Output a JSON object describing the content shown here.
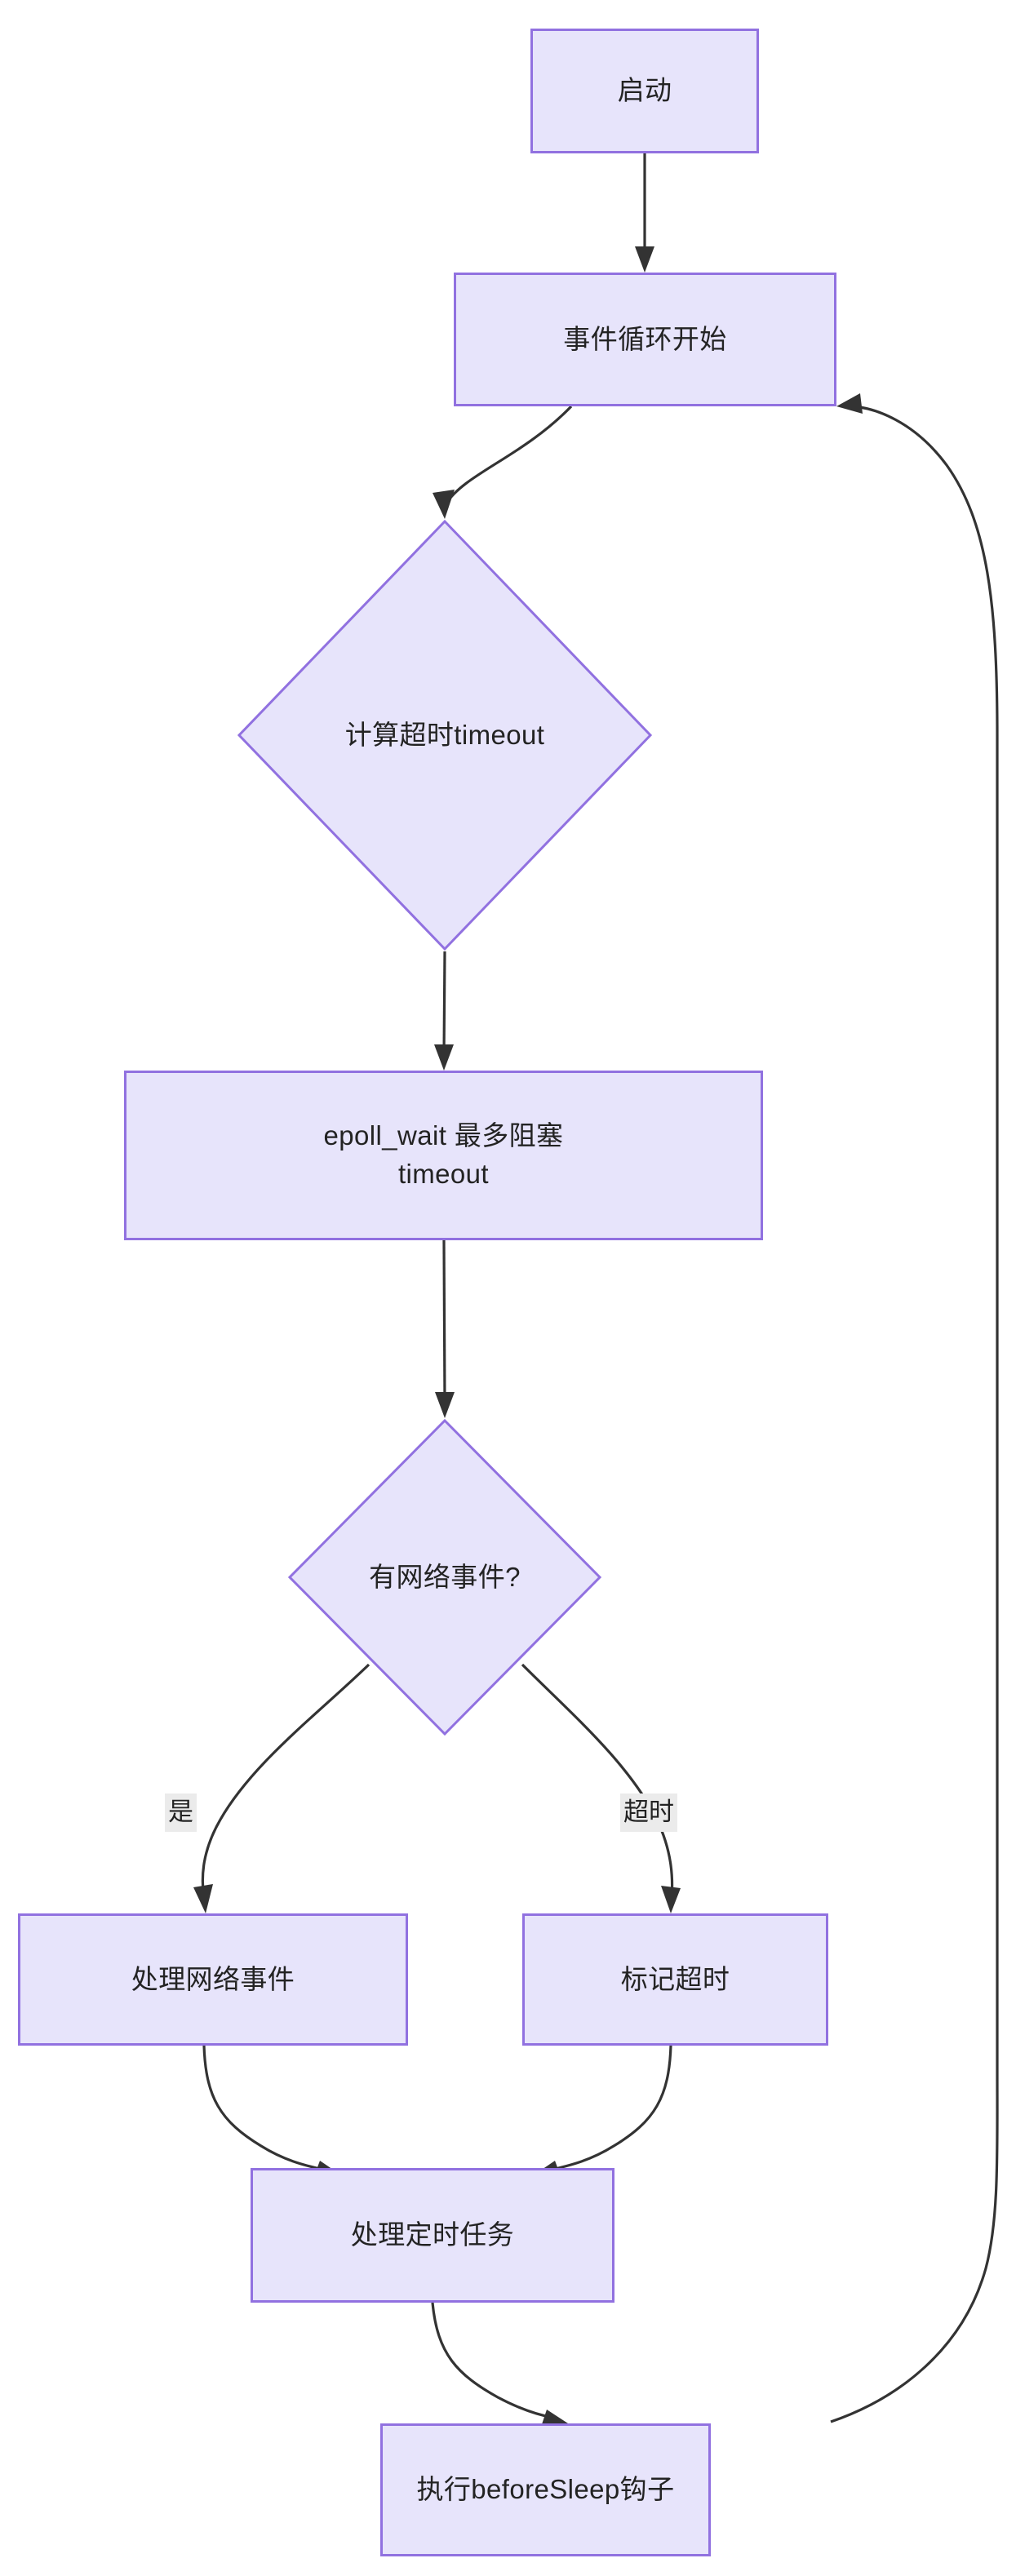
{
  "diagram": {
    "type": "flowchart",
    "direction": "top-down",
    "theme": {
      "node_fill": "#e7e4fb",
      "node_border": "#9171e0",
      "node_text": "#232323",
      "edge_stroke": "#333333",
      "edge_label_background": "#ebebeb",
      "canvas_background": "#ffffff"
    },
    "nodes": [
      {
        "id": "start",
        "shape": "rect",
        "label": "启动"
      },
      {
        "id": "loop_begin",
        "shape": "rect",
        "label": "事件循环开始"
      },
      {
        "id": "calc_timeout",
        "shape": "diamond",
        "label": "计算超时timeout"
      },
      {
        "id": "epoll_wait",
        "shape": "rect",
        "label": "epoll_wait 最多阻塞\ntimeout"
      },
      {
        "id": "has_net_evt",
        "shape": "diamond",
        "label": "有网络事件?"
      },
      {
        "id": "handle_net",
        "shape": "rect",
        "label": "处理网络事件"
      },
      {
        "id": "mark_timeout",
        "shape": "rect",
        "label": "标记超时"
      },
      {
        "id": "handle_timer",
        "shape": "rect",
        "label": "处理定时任务"
      },
      {
        "id": "before_sleep",
        "shape": "rect",
        "label": "执行beforeSleep钩子"
      }
    ],
    "edges": [
      {
        "from": "start",
        "to": "loop_begin",
        "label": ""
      },
      {
        "from": "loop_begin",
        "to": "calc_timeout",
        "label": ""
      },
      {
        "from": "calc_timeout",
        "to": "epoll_wait",
        "label": ""
      },
      {
        "from": "epoll_wait",
        "to": "has_net_evt",
        "label": ""
      },
      {
        "from": "has_net_evt",
        "to": "handle_net",
        "label": "是"
      },
      {
        "from": "has_net_evt",
        "to": "mark_timeout",
        "label": "超时"
      },
      {
        "from": "handle_net",
        "to": "handle_timer",
        "label": ""
      },
      {
        "from": "mark_timeout",
        "to": "handle_timer",
        "label": ""
      },
      {
        "from": "handle_timer",
        "to": "before_sleep",
        "label": ""
      },
      {
        "from": "before_sleep",
        "to": "loop_begin",
        "label": ""
      }
    ],
    "edge_labels": {
      "yes": "是",
      "timeout": "超时"
    }
  }
}
